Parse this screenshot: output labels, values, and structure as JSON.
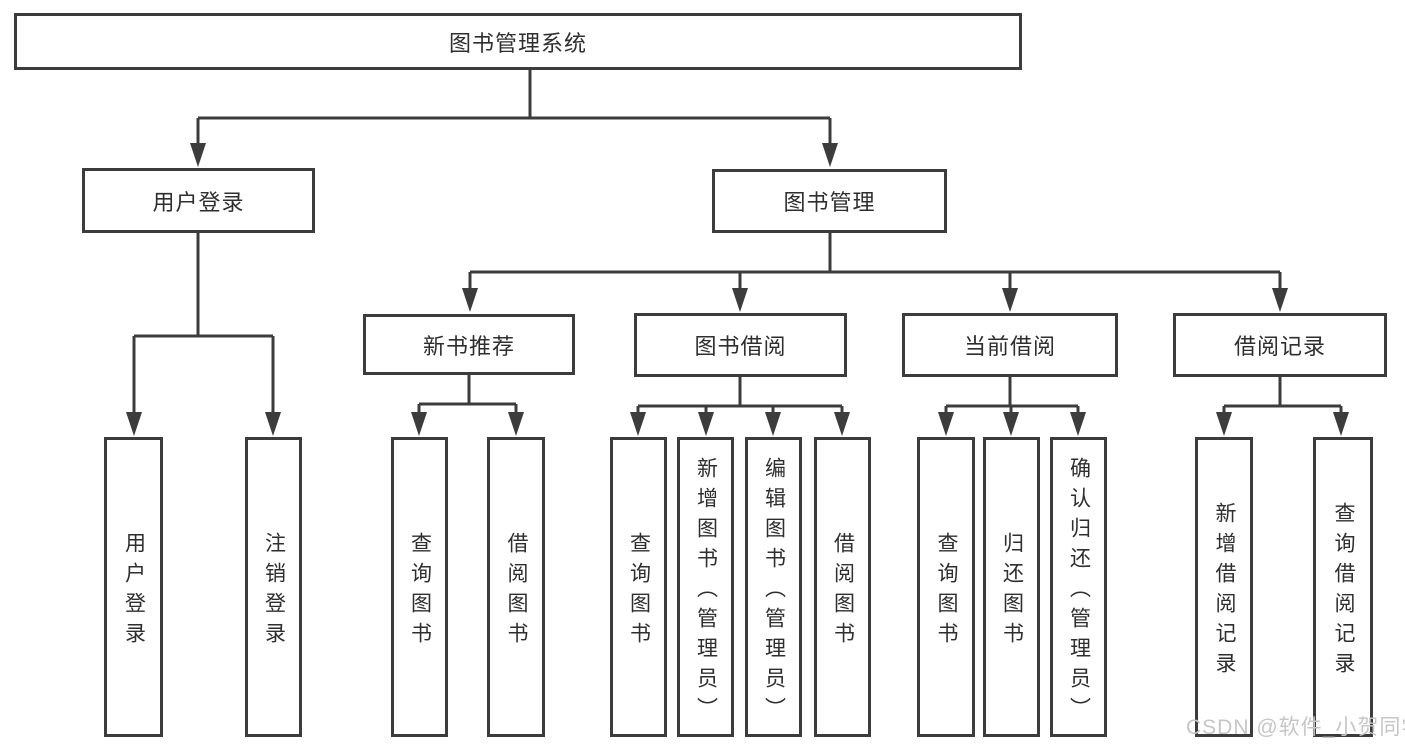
{
  "colors": {
    "line": "#3c3c3c",
    "text": "#2e2e2e",
    "watermark": "#c6c6c6",
    "background": "#ffffff"
  },
  "watermark": {
    "text": "CSDN @软件_小贺同学"
  },
  "tree": {
    "root": "图书管理系统",
    "branches": [
      {
        "label": "用户登录",
        "children": [
          "用户登录",
          "注销登录"
        ]
      },
      {
        "label": "图书管理",
        "groups": [
          {
            "label": "新书推荐",
            "children": [
              "查询图书",
              "借阅图书"
            ]
          },
          {
            "label": "图书借阅",
            "children": [
              "查询图书",
              "新增图书（管理员）",
              "编辑图书（管理员）",
              "借阅图书"
            ]
          },
          {
            "label": "当前借阅",
            "children": [
              "查询图书",
              "归还图书",
              "确认归还（管理员）"
            ]
          },
          {
            "label": "借阅记录",
            "children": [
              "新增借阅记录",
              "查询借阅记录"
            ]
          }
        ]
      }
    ]
  }
}
